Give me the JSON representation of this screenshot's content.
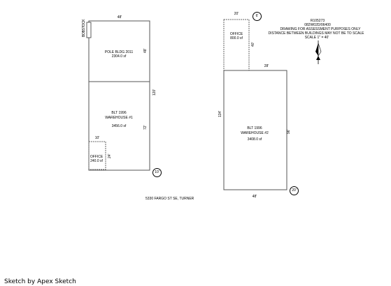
{
  "info": {
    "parcel": "R105273",
    "code": "082W02D/06400",
    "note1": "DRAWING FOR ASSESSMENT PURPOSES ONLY",
    "note2": "DISTANCE BETWEEN BUILDINGS MAY NOT BE TO SCALE",
    "scale": "SCALE 1\" = 40'"
  },
  "address": "5330 FARGO ST SE, TURNER",
  "credit": "Sketch by Apex Sketch",
  "left_building": {
    "top_dim": "48'",
    "upper_right_dim": "48'",
    "right_dim": "120'",
    "lower_right_dim": "72'",
    "vertical_label": "BOBSTOCK",
    "pole_name": "POLE BLDG 2011",
    "pole_area": "2304.0 sf",
    "warehouse_year": "BLT 1996",
    "warehouse_name": "WAREHOUSE #1",
    "warehouse_area": "3456.0 sf",
    "office_top_dim": "10'",
    "office_right_dim": "24'",
    "office_name": "OFFICE",
    "office_area": "240.0 sf",
    "badge": "10'"
  },
  "right_building": {
    "office_top_dim": "20'",
    "office_right_dim": "40'",
    "office_name": "OFFICE",
    "office_area": "800.0 sf",
    "top_dim": "28'",
    "left_dim": "134'",
    "right_dim": "96'",
    "bottom_dim": "48'",
    "year": "BLT 1996",
    "name": "WAREHOUSE #2",
    "area": "3408.0 sf",
    "badge_top": "6'",
    "badge_bottom": "20'"
  },
  "colors": {
    "line": "#555555",
    "office_dash": "#666666"
  },
  "icons": [
    "north-arrow-icon"
  ]
}
